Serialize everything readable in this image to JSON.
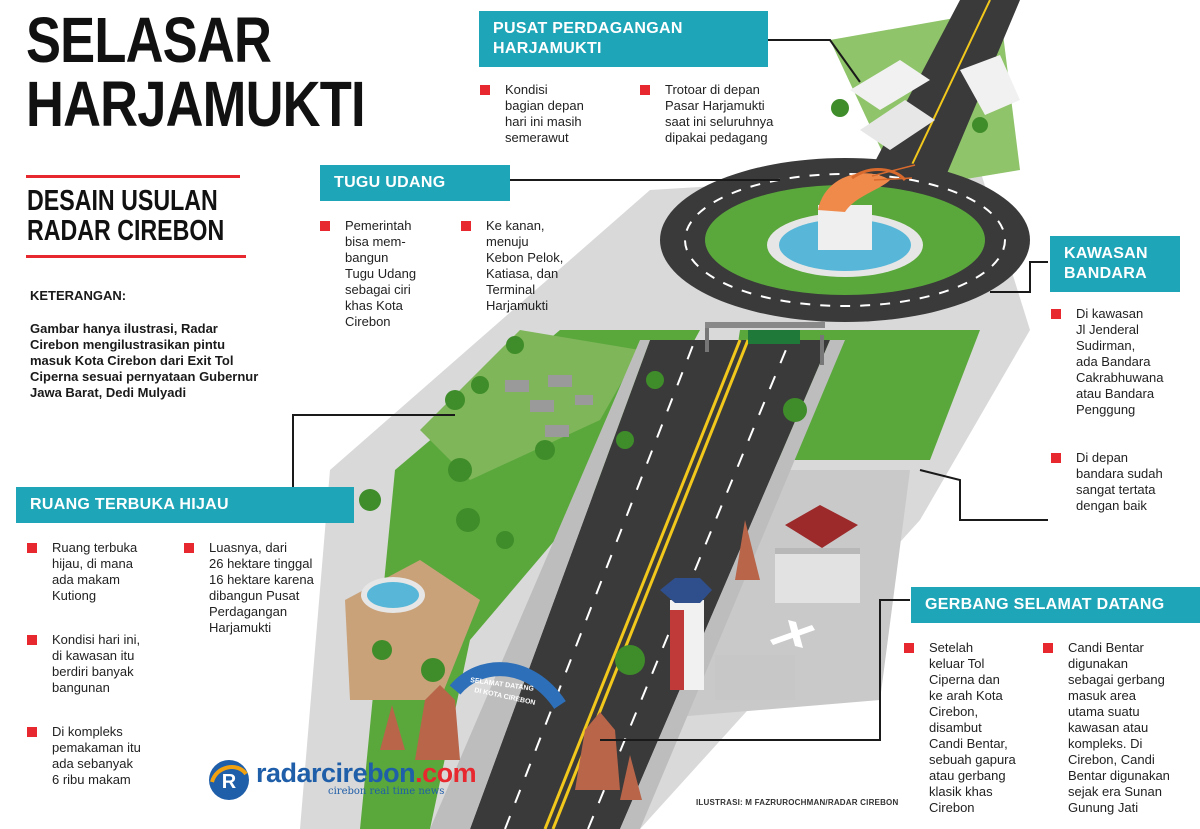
{
  "title": {
    "line1": "SELASAR",
    "line2": "HARJAMUKTI"
  },
  "subtitle": {
    "line1": "DESAIN USULAN",
    "line2": "RADAR CIREBON"
  },
  "keterangan": {
    "heading": "KETERANGAN:",
    "body": "Gambar hanya ilustrasi, Radar Cirebon mengilustrasikan pintu masuk Kota Cirebon dari Exit Tol Ciperna sesuai pernyataan Gubernur Jawa Barat, Dedi Mulyadi"
  },
  "sections": {
    "pusat": {
      "title_line1": "PUSAT PERDAGANGAN",
      "title_line2": "HARJAMUKTI",
      "notes": [
        "Kondisi\nbagian depan\nhari ini masih\nsemerawut",
        "Trotoar di depan\nPasar Harjamukti\nsaat ini seluruhnya\ndipakai pedagang"
      ]
    },
    "tugu": {
      "title": "TUGU UDANG",
      "notes": [
        "Pemerintah\nbisa mem-\nbangun\nTugu Udang\nsebagai ciri\nkhas Kota\nCirebon",
        "Ke kanan,\nmenuju\nKebon Pelok,\nKatiasa, dan\nTerminal\nHarjamukti"
      ]
    },
    "bandara": {
      "title_line1": "KAWASAN",
      "title_line2": "BANDARA",
      "notes": [
        "Di kawasan\nJl Jenderal\nSudirman,\nada Bandara\nCakrabhuwana\natau Bandara\nPenggung",
        "Di depan\nbandara sudah\nsangat tertata\ndengan baik"
      ]
    },
    "rth": {
      "title": "RUANG TERBUKA HIJAU",
      "notes": [
        "Ruang terbuka\nhijau, di mana\nada makam\nKutiong",
        "Kondisi hari ini,\ndi kawasan itu\nberdiri banyak\nbangunan",
        "Di kompleks\npemakaman itu\nada sebanyak\n6 ribu makam",
        "Luasnya, dari\n26 hektare tinggal\n16 hektare karena\ndibangun Pusat\nPerdagangan\nHarjamukti"
      ]
    },
    "gerbang": {
      "title": "GERBANG SELAMAT DATANG",
      "notes": [
        "Setelah\nkeluar Tol\nCiperna dan\nke arah Kota\nCirebon,\ndisambut\nCandi Bentar,\nsebuah gapura\natau gerbang\nklasik khas\nCirebon",
        "Candi Bentar\ndigunakan\nsebagai gerbang\nmasuk area\nutama suatu\nkawasan atau\nkompleks. Di\nCirebon, Candi\nBentar digunakan\nsejak era Sunan\nGunung Jati"
      ]
    }
  },
  "gate_sign": {
    "line1": "SELAMAT DATANG",
    "line2": "DI KOTA CIREBON"
  },
  "logo": {
    "name": "radarcirebon",
    "dotcom": ".com",
    "tagline": "cirebon real time news"
  },
  "credit": "ILUSTRASI: M FAZRUROCHMAN/RADAR CIREBON",
  "colors": {
    "accent_red": "#e8282f",
    "banner_teal": "#1ea6b8",
    "logo_blue": "#1f5ea8",
    "grass": "#5aa83c",
    "road": "#3a3a3a"
  }
}
